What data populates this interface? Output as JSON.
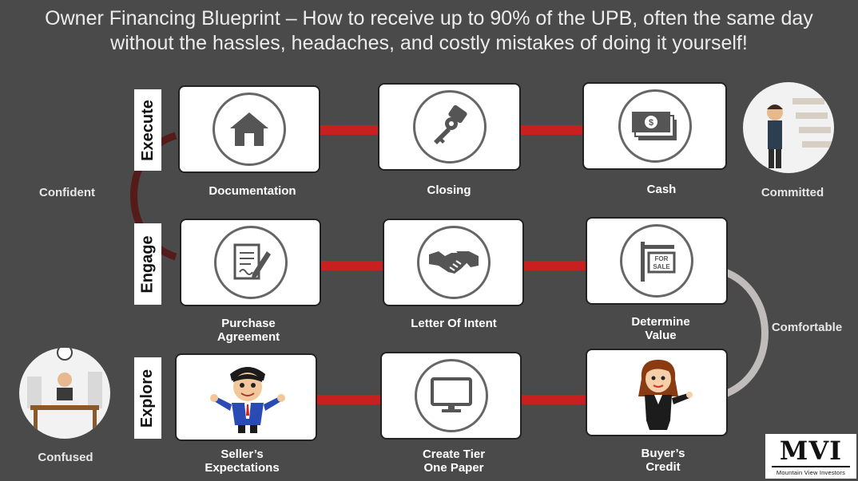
{
  "title": {
    "line1": "Owner Financing Blueprint – How to receive up to 90% of the UPB, often the same day",
    "line2": "without the hassles, headaches, and costly mistakes of doing it yourself!"
  },
  "stages": {
    "execute": "Execute",
    "engage": "Engage",
    "explore": "Explore"
  },
  "side_labels": {
    "confident": "Confident",
    "committed": "Committed",
    "comfortable": "Comfortable",
    "confused": "Confused"
  },
  "steps": {
    "documentation": "Documentation",
    "closing": "Closing",
    "cash": "Cash",
    "purchase_l1": "Purchase",
    "purchase_l2": "Agreement",
    "letter_of_intent": "Letter Of Intent",
    "determine_l1": "Determine",
    "determine_l2": "Value",
    "seller_l1": "Seller’s",
    "seller_l2": "Expectations",
    "tier_l1": "Create Tier",
    "tier_l2": "One Paper",
    "buyer_l1": "Buyer’s",
    "buyer_l2": "Credit"
  },
  "icons": {
    "documentation": "house-icon",
    "closing": "key-icon",
    "cash": "money-icon",
    "purchase": "contract-icon",
    "letter_of_intent": "handshake-icon",
    "determine_value": "for-sale-sign-icon",
    "seller": "businessman-icon",
    "tier_one": "monitor-icon",
    "buyer": "businesswoman-icon"
  },
  "for_sale_sign": {
    "line1": "FOR",
    "line2": "SALE"
  },
  "logo": {
    "mark": "MVI",
    "sub": "Mountain View Investors"
  },
  "colors": {
    "background": "#4a4a4a",
    "connector": "#c8201f",
    "left_arc": "#551a1a",
    "right_arc": "#c0bcbc"
  }
}
